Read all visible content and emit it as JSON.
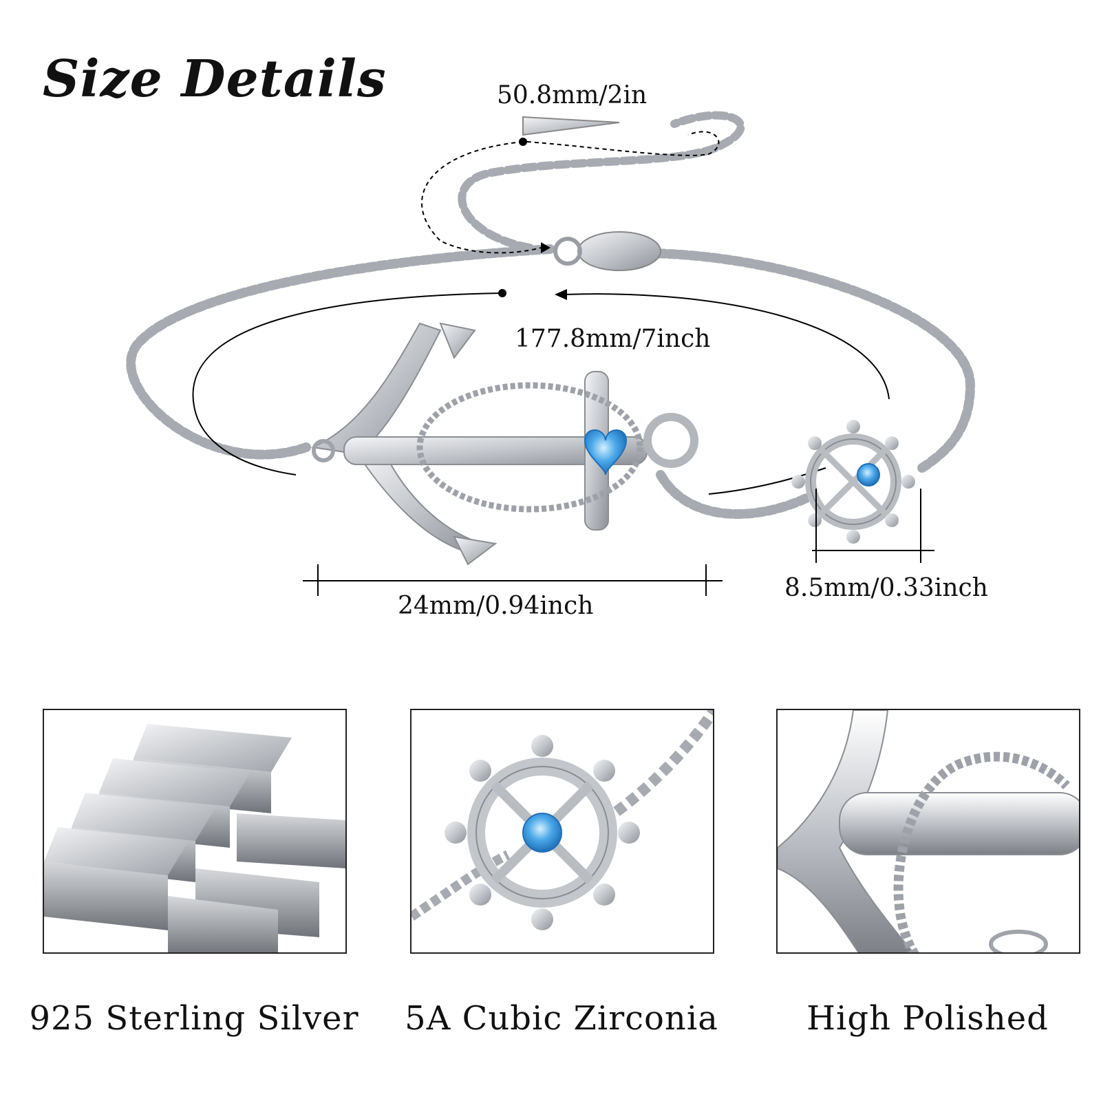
{
  "header": {
    "title": "Size Details"
  },
  "dimensions": {
    "extender": "50.8mm/2in",
    "bracelet_length": "177.8mm/7inch",
    "anchor_width": "24mm/0.94inch",
    "wheel_width": "8.5mm/0.33inch"
  },
  "features": [
    {
      "caption": "925 Sterling Silver",
      "icon": "silver-bars-photo"
    },
    {
      "caption": "5A Cubic Zirconia",
      "icon": "ship-wheel-closeup-photo"
    },
    {
      "caption": "High Polished",
      "icon": "anchor-closeup-photo"
    }
  ],
  "colors": {
    "stone_blue": "#4aa8e8",
    "silver": "#c9ccd1",
    "text": "#111111"
  }
}
